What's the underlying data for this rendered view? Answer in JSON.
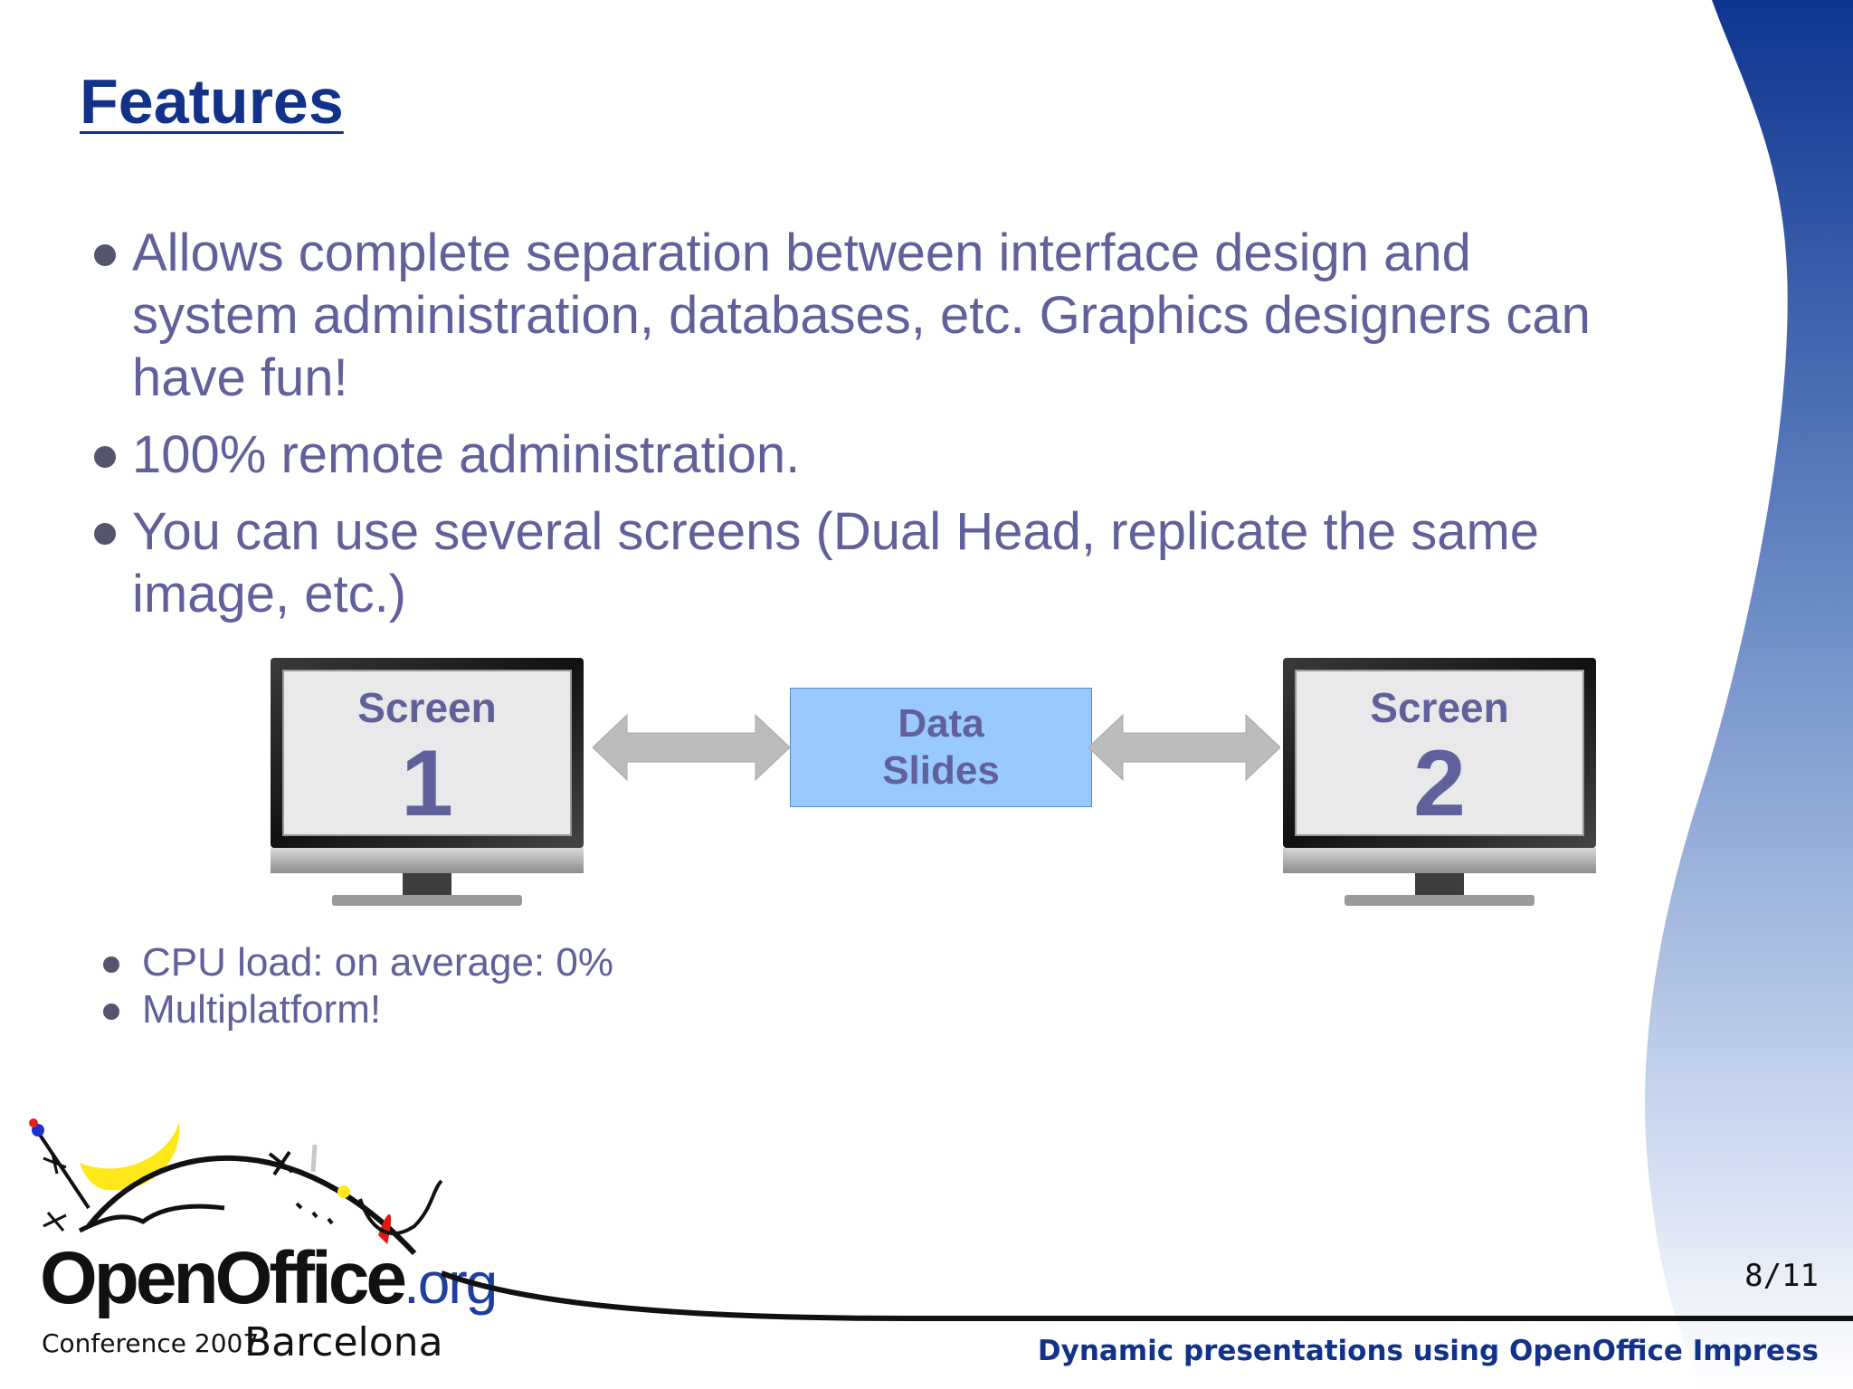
{
  "slide": {
    "title": "Features",
    "bullets": [
      "Allows complete separation between interface design and system administration, databases, etc. Graphics designers can have fun!",
      "100% remote administration.",
      "You can use several screens (Dual Head, replicate the same image, etc.)"
    ],
    "small_bullets": [
      "CPU load: on average: 0%",
      "Multiplatform!"
    ],
    "page_number": "8/11",
    "footer": "Dynamic presentations using OpenOffice Impress"
  },
  "diagram": {
    "screen1": {
      "word": "Screen",
      "number": "1"
    },
    "screen2": {
      "word": "Screen",
      "number": "2"
    },
    "data_box": {
      "line1": "Data",
      "line2": "Slides"
    }
  },
  "logo": {
    "brand_main": "OpenOffice",
    "brand_suffix": ".org",
    "conference": "Conference 2007",
    "city": "Barcelona"
  },
  "colors": {
    "title": "#12328a",
    "body_text": "#62609a",
    "data_box": "#99c9ff",
    "band_top": "#0e3590",
    "band_bottom": "#ffffff"
  }
}
